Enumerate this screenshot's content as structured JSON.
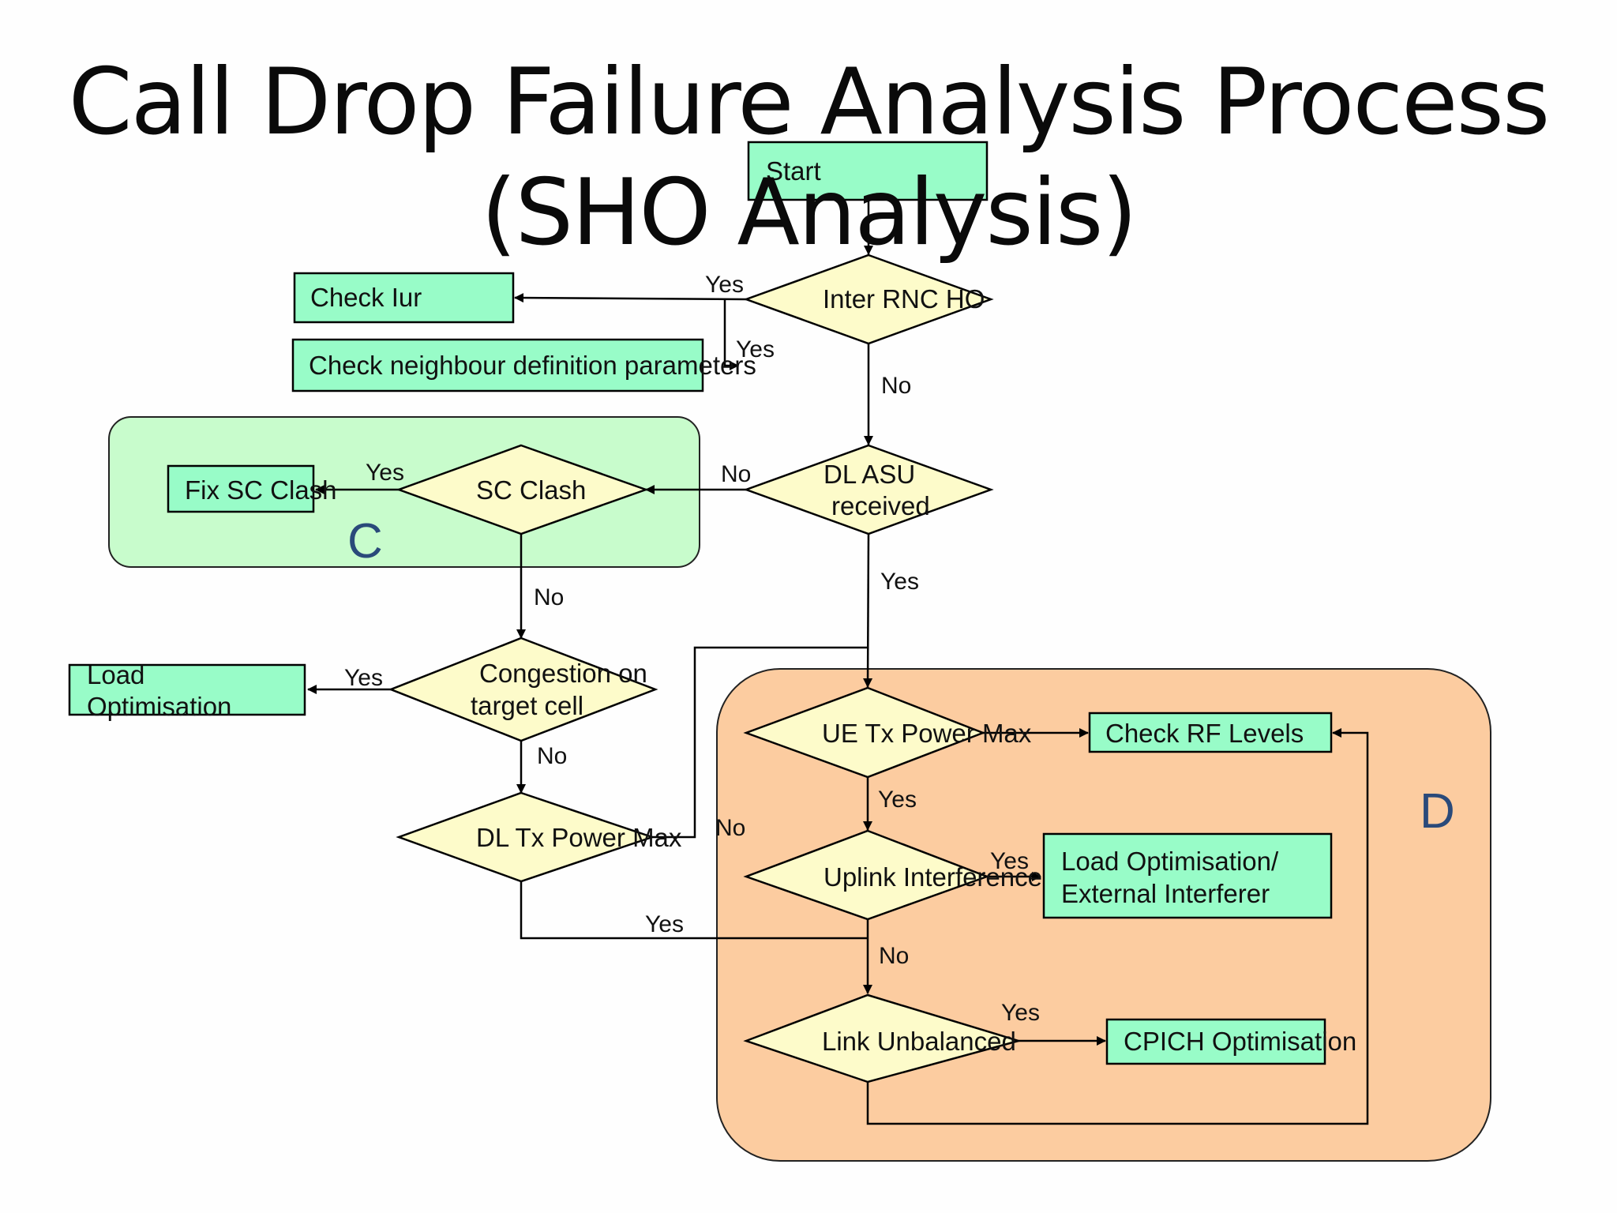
{
  "title": "Call Drop Failure Analysis Process (SHO Analysis)",
  "colors": {
    "process_fill": "#98fcc8",
    "decision_fill": "#fdfbca",
    "region_c_fill": "#c8fccc",
    "region_d_fill": "#fccca0",
    "region_label": "#2a4a7a"
  },
  "regions": {
    "c_label": "C",
    "d_label": "D"
  },
  "nodes": {
    "start": "Start",
    "inter_rnc_ho": "Inter RNC HO",
    "check_iur": "Check Iur",
    "check_neighbour": "Check neighbour definition parameters",
    "dl_asu_line1": "DL ASU",
    "dl_asu_line2": "received",
    "sc_clash": "SC Clash",
    "fix_sc_clash": "Fix SC Clash",
    "congestion_line1": "Congestion on",
    "congestion_line2": "target cell",
    "load_opt_line1": "Load",
    "load_opt_line2": "Optimisation",
    "dl_tx_power_max": "DL Tx Power Max",
    "ue_tx_power_max": "UE Tx Power Max",
    "check_rf_levels": "Check RF Levels",
    "uplink_interference": "Uplink Interference",
    "load_ext_line1": "Load Optimisation/",
    "load_ext_line2": "External Interferer",
    "link_unbalanced": "Link Unbalanced",
    "cpich_optimisation": "CPICH Optimisation"
  },
  "edge_labels": {
    "inter_rnc_yes_1": "Yes",
    "inter_rnc_yes_2": "Yes",
    "inter_rnc_no": "No",
    "dl_asu_no": "No",
    "dl_asu_yes": "Yes",
    "sc_clash_yes": "Yes",
    "sc_clash_no": "No",
    "congestion_yes": "Yes",
    "congestion_no": "No",
    "dl_tx_no": "No",
    "dl_tx_yes": "Yes",
    "ue_tx_yes": "Yes",
    "uplink_yes": "Yes",
    "uplink_no": "No",
    "link_yes": "Yes"
  }
}
